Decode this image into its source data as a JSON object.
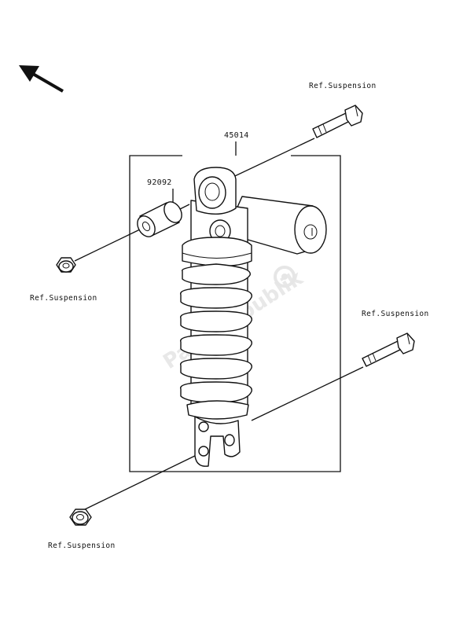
{
  "diagram": {
    "part_numbers": {
      "shock_absorber": "45014",
      "collar": "92092"
    },
    "references": {
      "top_bolt": "Ref.Suspension",
      "top_nut": "Ref.Suspension",
      "bottom_bolt": "Ref.Suspension",
      "bottom_nut": "Ref.Suspension"
    },
    "watermark": "PartsRepublik"
  }
}
